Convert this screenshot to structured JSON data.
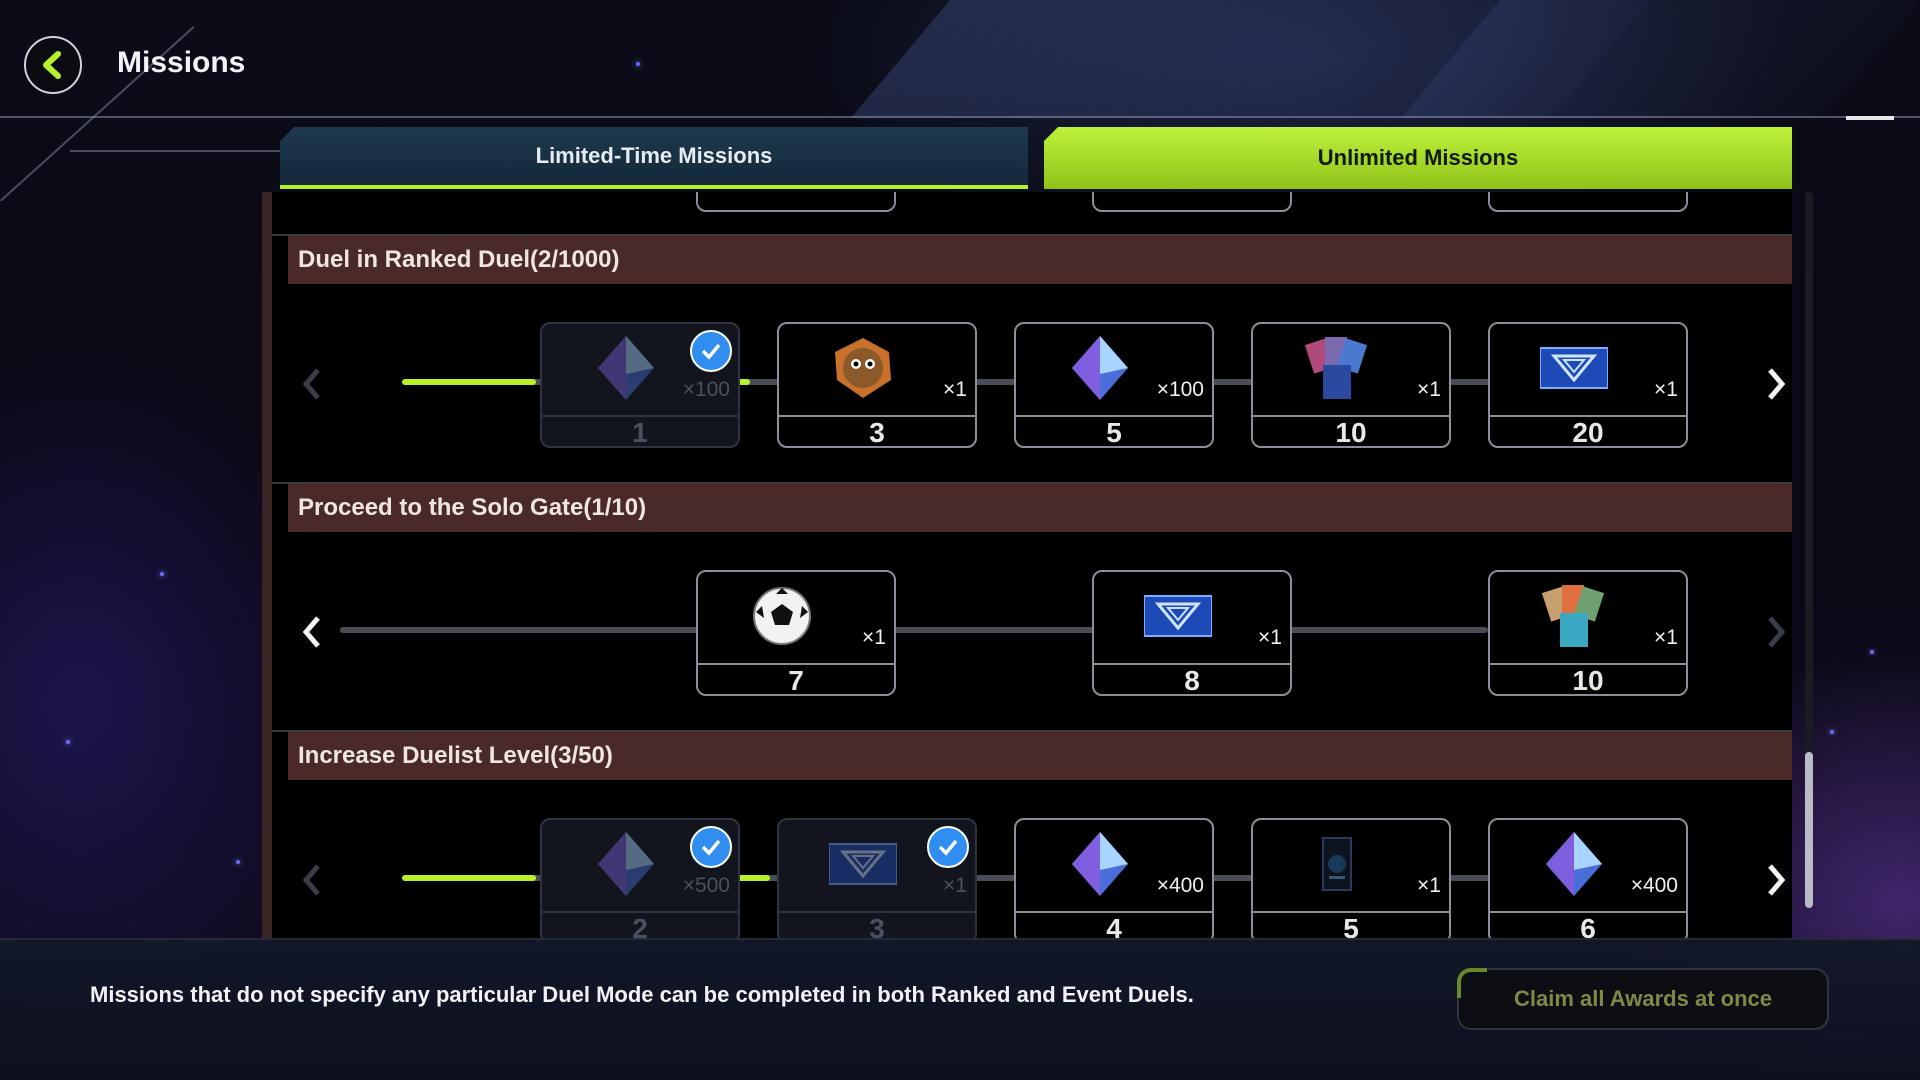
{
  "header": {
    "title": "Missions",
    "back_icon": "chevron-left-icon"
  },
  "tabs": [
    {
      "label": "Limited-Time Missions",
      "active": false
    },
    {
      "label": "Unlimited Missions",
      "active": true
    }
  ],
  "missions": [
    {
      "title": "Duel in Ranked Duel(2/1000)",
      "left_arrow_active": false,
      "right_arrow_active": true,
      "rewards": [
        {
          "icon": "gem-icon",
          "qty": "×100",
          "step": "1",
          "claimed": true
        },
        {
          "icon": "kuriboh-icon",
          "qty": "×1",
          "step": "3",
          "claimed": false
        },
        {
          "icon": "gem-icon",
          "qty": "×100",
          "step": "5",
          "claimed": false
        },
        {
          "icon": "card-pack-icon",
          "qty": "×1",
          "step": "10",
          "claimed": false
        },
        {
          "icon": "ticket-icon",
          "qty": "×1",
          "step": "20",
          "claimed": false
        }
      ]
    },
    {
      "title": "Proceed to the Solo Gate(1/10)",
      "left_arrow_active": true,
      "right_arrow_active": false,
      "rewards": [
        {
          "icon": "ball-icon",
          "qty": "×1",
          "step": "7",
          "claimed": false
        },
        {
          "icon": "ticket-icon",
          "qty": "×1",
          "step": "8",
          "claimed": false
        },
        {
          "icon": "card-pack-icon",
          "qty": "×1",
          "step": "10",
          "claimed": false
        }
      ]
    },
    {
      "title": "Increase Duelist Level(3/50)",
      "left_arrow_active": false,
      "right_arrow_active": true,
      "rewards": [
        {
          "icon": "gem-icon",
          "qty": "×500",
          "step": "2",
          "claimed": true
        },
        {
          "icon": "ticket-icon",
          "qty": "×1",
          "step": "3",
          "claimed": true
        },
        {
          "icon": "gem-icon",
          "qty": "×400",
          "step": "4",
          "claimed": false
        },
        {
          "icon": "card-sleeve-icon",
          "qty": "×1",
          "step": "5",
          "claimed": false
        },
        {
          "icon": "gem-icon",
          "qty": "×400",
          "step": "6",
          "claimed": false
        }
      ]
    }
  ],
  "footer": {
    "note": "Missions that do not specify any particular Duel Mode can be completed in both Ranked and Event Duels.",
    "claim_all_label": "Claim all Awards at once"
  },
  "colors": {
    "accent": "#b6f12a",
    "mission_header": "#4a2a28",
    "check": "#2f8ef0"
  }
}
